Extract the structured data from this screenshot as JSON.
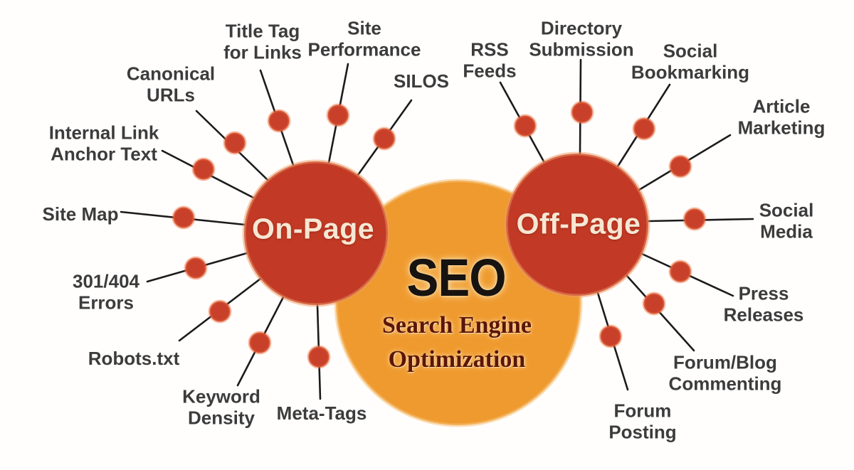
{
  "center": {
    "acronym": "SEO",
    "subtitle": "Search Engine\nOptimization"
  },
  "branches": {
    "on_page": {
      "label": "On-Page",
      "items": [
        "Title Tag\nfor Links",
        "Site\nPerformance",
        "SILOS",
        "Canonical\nURLs",
        "Internal Link\nAnchor Text",
        "Site Map",
        "301/404\nErrors",
        "Robots.txt",
        "Keyword\nDensity",
        "Meta-Tags"
      ]
    },
    "off_page": {
      "label": "Off-Page",
      "items": [
        "RSS\nFeeds",
        "Directory\nSubmission",
        "Social\nBookmarking",
        "Article\nMarketing",
        "Social\nMedia",
        "Press\nReleases",
        "Forum/Blog\nCommenting",
        "Forum\nPosting"
      ]
    }
  },
  "colors": {
    "hub_orange": "#ef9a2e",
    "branch_red": "#c23a26",
    "node_dot_red": "#c8402a",
    "spoke_line": "#1b1b1b",
    "label_text": "#3c3c3c",
    "circle_text_cream": "#f6e7d3",
    "acronym_black": "#171310",
    "subtitle_maroon": "#5c1505",
    "background": "#fffefd"
  }
}
